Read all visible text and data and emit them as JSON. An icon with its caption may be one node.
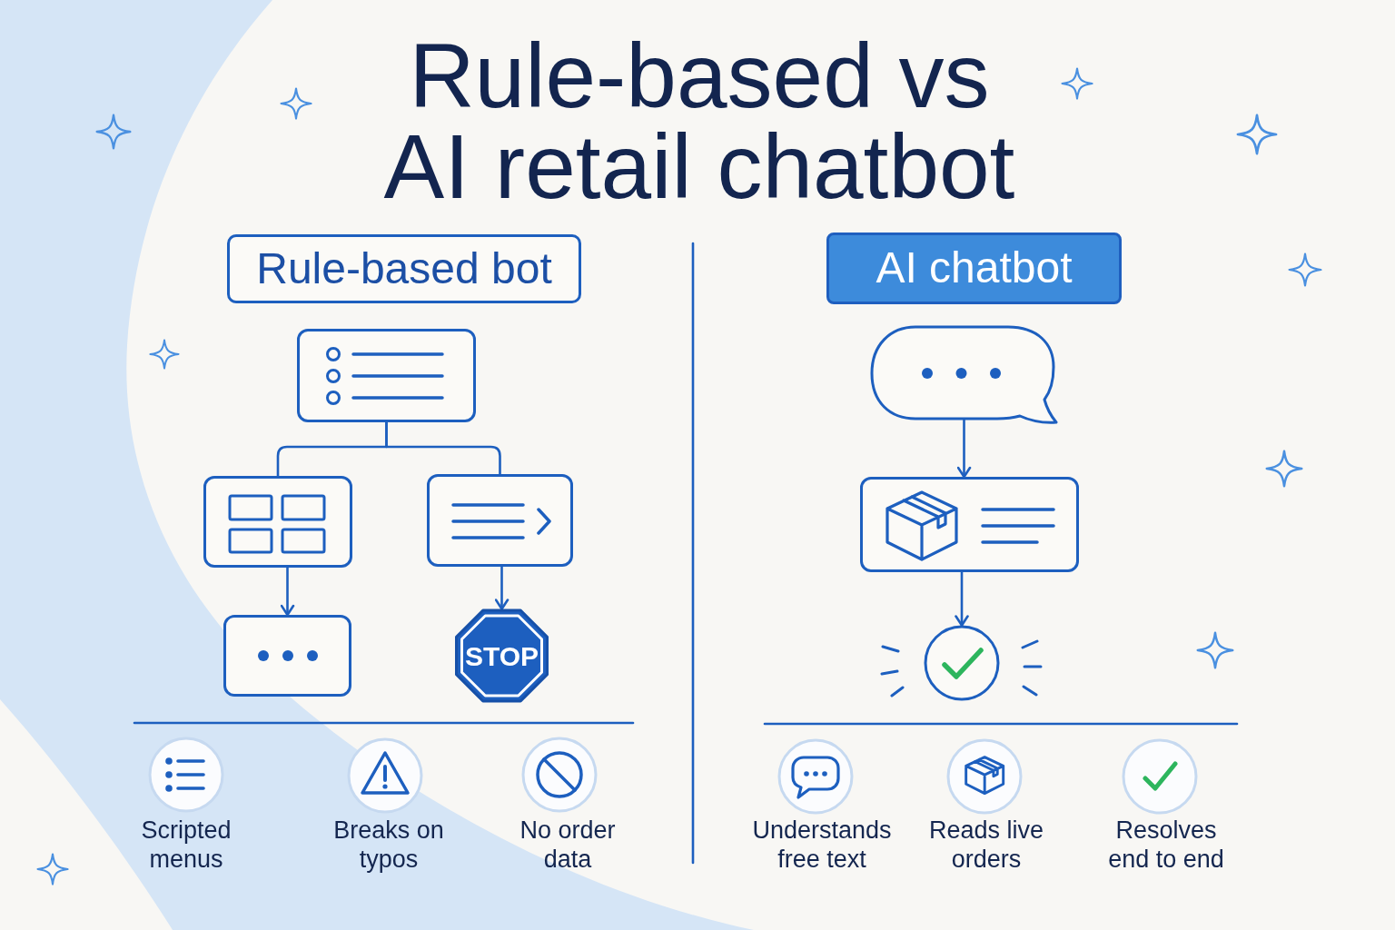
{
  "diagram": {
    "title": "Rule-based vs AI retail chatbot",
    "nodes": [
      {
        "text": [
          "Rule-based bot"
        ]
      },
      {
        "text": [],
        "shape": "box"
      },
      {
        "text": [],
        "shape": "box"
      },
      {
        "text": [],
        "shape": "box"
      },
      {
        "text": [],
        "shape": "box"
      },
      {
        "text": [
          "STOP"
        ]
      },
      {
        "text": [
          "AI chatbot"
        ]
      },
      {
        "text": [],
        "shape": "bubble"
      },
      {
        "text": [],
        "shape": "box"
      },
      {
        "text": [],
        "shape": "circle"
      }
    ],
    "edges": [
      {
        "from": 1,
        "to": 2,
        "arrow": "none"
      },
      {
        "from": 1,
        "to": 3,
        "arrow": "none"
      },
      {
        "from": 2,
        "to": 4,
        "arrow": "to"
      },
      {
        "from": 3,
        "to": 5,
        "arrow": "to"
      },
      {
        "from": 7,
        "to": 8,
        "arrow": "to"
      },
      {
        "from": 8,
        "to": 9,
        "arrow": "to"
      }
    ],
    "labels": [
      "Scripted menus",
      "Breaks on typos",
      "No order data",
      "Understands free text",
      "Reads live orders",
      "Resolves end to end"
    ]
  }
}
